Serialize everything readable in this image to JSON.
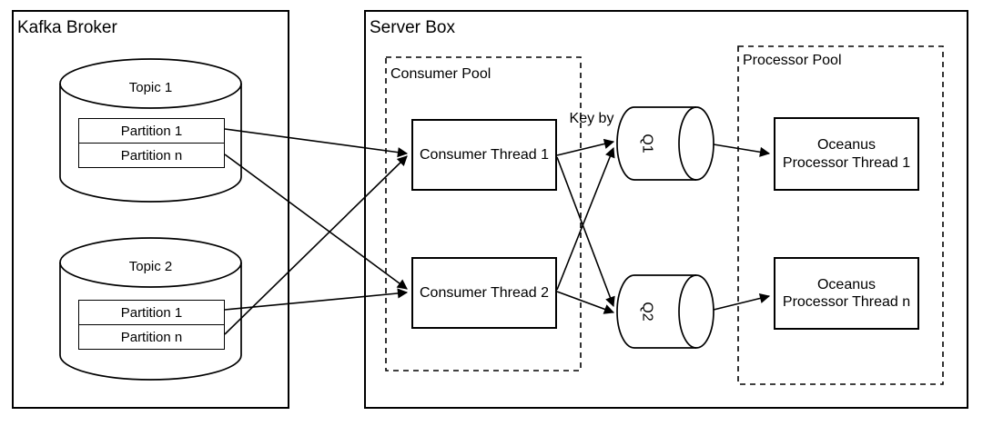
{
  "diagram": {
    "kafka_broker": {
      "title": "Kafka Broker",
      "topics": [
        {
          "name": "Topic 1",
          "partitions": [
            {
              "label": "Partition 1"
            },
            {
              "label": "Partition n"
            }
          ]
        },
        {
          "name": "Topic 2",
          "partitions": [
            {
              "label": "Partition 1"
            },
            {
              "label": "Partition n"
            }
          ]
        }
      ]
    },
    "server_box": {
      "title": "Server Box",
      "consumer_pool": {
        "title": "Consumer Pool",
        "threads": [
          {
            "label": "Consumer Thread 1"
          },
          {
            "label": "Consumer Thread 2"
          }
        ]
      },
      "key_by_label": "Key by",
      "queues": [
        {
          "label": "Q1"
        },
        {
          "label": "Q2"
        }
      ],
      "processor_pool": {
        "title": "Processor Pool",
        "threads": [
          {
            "line1": "Oceanus",
            "line2": "Processor Thread 1"
          },
          {
            "line1": "Oceanus",
            "line2": "Processor Thread n"
          }
        ]
      }
    },
    "colors": {
      "stroke": "#000000",
      "background": "#ffffff"
    }
  }
}
